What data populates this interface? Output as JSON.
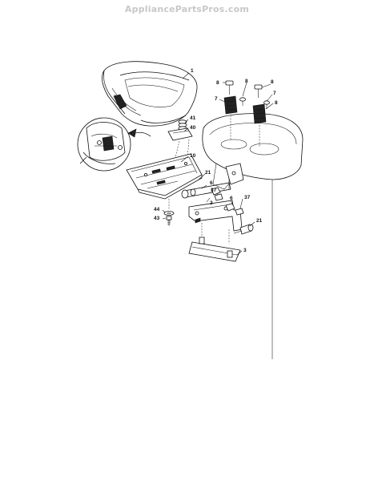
{
  "watermark": "AppliancePartsPros.com",
  "callouts": {
    "c1": "1",
    "c2": "2",
    "c3": "3",
    "c6a": "6",
    "c6b": "6",
    "c7a": "7",
    "c7b": "7",
    "c8a": "8",
    "c8b": "8",
    "c8c": "8",
    "c8d": "8",
    "c10": "10",
    "c21a": "21",
    "c21b": "21",
    "c37a": "37",
    "c37b": "37",
    "c40": "40",
    "c41": "41",
    "c43": "43",
    "c44": "44"
  }
}
